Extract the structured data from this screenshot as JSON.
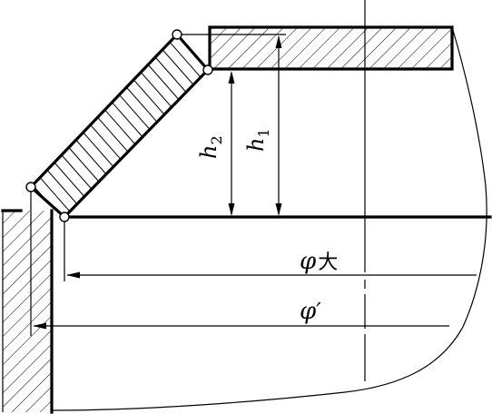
{
  "diagram": {
    "labels": {
      "h1": {
        "base": "h",
        "sub": "1"
      },
      "h2": {
        "base": "h",
        "sub": "2"
      },
      "phi_large": {
        "symbol": "φ",
        "suffix": "大"
      },
      "phi_prime": {
        "symbol": "φ",
        "suffix": "′"
      }
    }
  }
}
